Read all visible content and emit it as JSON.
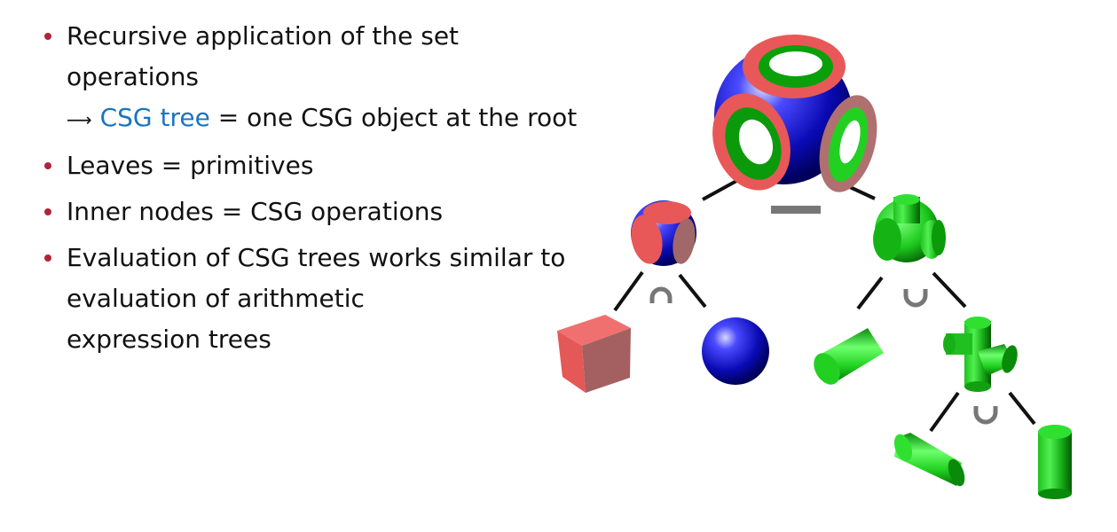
{
  "slide": {
    "bullets": [
      {
        "lines": [
          "Recursive application of the set operations"
        ],
        "sub": {
          "arrow": "⟶",
          "highlight": "CSG tree",
          "rest": " = one CSG object at the root"
        }
      },
      {
        "lines": [
          "Leaves = primitives"
        ]
      },
      {
        "lines": [
          "Inner nodes = CSG operations"
        ]
      },
      {
        "lines": [
          "Evaluation of CSG trees works similar to",
          "evaluation of arithmetic",
          "expression trees"
        ]
      }
    ],
    "colors": {
      "bullet": "#b0243a",
      "highlight": "#1a74c2",
      "red": "#e85858",
      "blue": "#1414c8",
      "green": "#1ed21e",
      "operator": "#777777"
    }
  },
  "diagram": {
    "operators": {
      "difference": "−",
      "intersection": "∩",
      "union_right": "∪",
      "union_lower": "∪"
    },
    "nodes": [
      "root-result",
      "intersection-result",
      "union-result",
      "cube",
      "sphere",
      "cylinder-x",
      "cross-union-result",
      "cylinder-z",
      "cylinder-y"
    ]
  }
}
